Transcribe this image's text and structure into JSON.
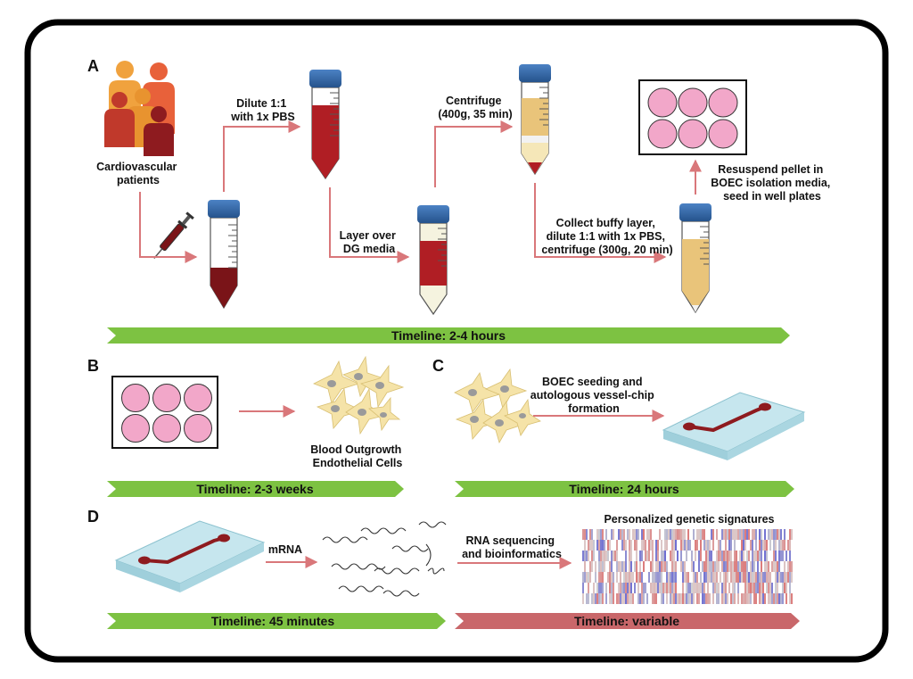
{
  "panels": {
    "a": "A",
    "b": "B",
    "c": "C",
    "d": "D"
  },
  "steps": {
    "patients": [
      "Cardiovascular",
      "patients"
    ],
    "dilute": [
      "Dilute 1:1",
      "with 1x PBS"
    ],
    "layer": [
      "Layer over",
      "DG media"
    ],
    "centrifuge": [
      "Centrifuge",
      "(400g, 35 min)"
    ],
    "collect": [
      "Collect buffy layer,",
      "dilute 1:1 with 1x PBS,",
      "centrifuge (300g, 20 min)"
    ],
    "resuspend": [
      "Resuspend pellet in",
      "BOEC isolation media,",
      "seed in well plates"
    ],
    "boec": [
      "Blood Outgrowth",
      "Endothelial Cells"
    ],
    "seeding": [
      "BOEC seeding and",
      "autologous vessel-chip",
      "formation"
    ],
    "mrna": "mRNA",
    "rnaseq": [
      "RNA sequencing",
      "and bioinformatics"
    ],
    "signatures": "Personalized genetic signatures"
  },
  "timelines": {
    "a": "Timeline: 2-4 hours",
    "b": "Timeline: 2-3 weeks",
    "c": "Timeline: 24 hours",
    "d1": "Timeline: 45 minutes",
    "d2": "Timeline: variable"
  },
  "colors": {
    "timeline_green": "#7dc242",
    "timeline_red": "#c9676a",
    "arrow": "#d9777a",
    "blood": "#b01e24",
    "cap": "#2d5f9e",
    "well": "#f2a7c9",
    "chip": "#b9dde6",
    "serum": "#e9c47a"
  }
}
